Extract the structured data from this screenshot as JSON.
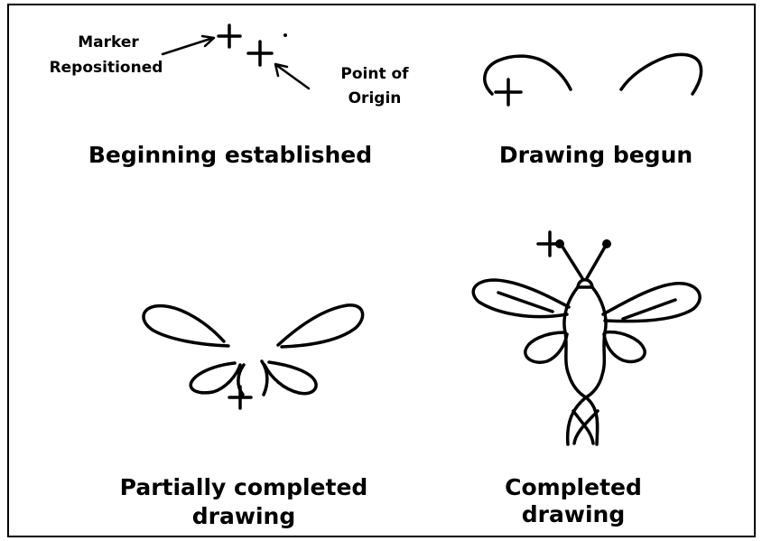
{
  "labels": {
    "marker_line1": "Marker",
    "marker_line2": "Repositioned",
    "origin_line1": "Point of",
    "origin_line2": "Origin"
  },
  "captions": {
    "beginning": "Beginning established",
    "begun": "Drawing begun",
    "partial_line1": "Partially completed",
    "partial_line2": "drawing",
    "completed": "Completed drawing"
  },
  "colors": {
    "ink": "#000000",
    "background": "#ffffff"
  }
}
